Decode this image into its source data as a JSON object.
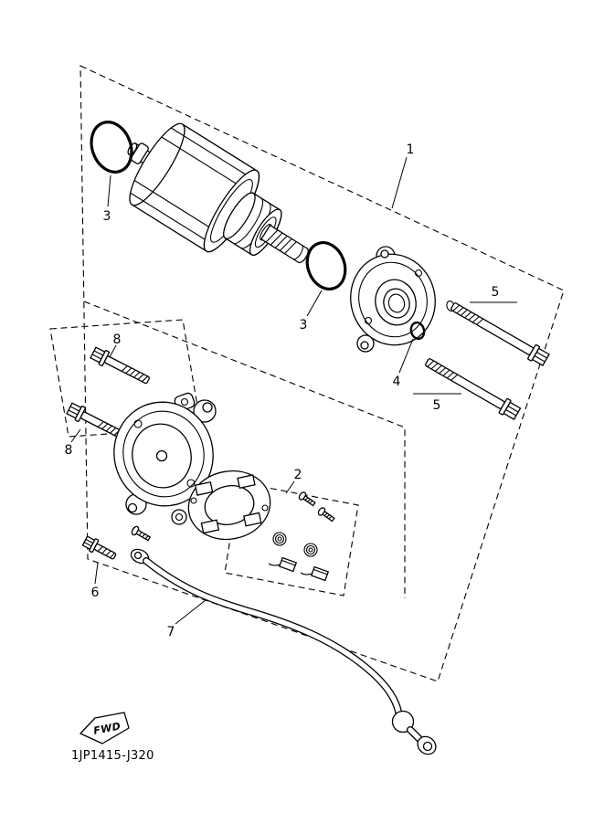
{
  "diagram": {
    "part_code": "1JP1415-J320",
    "fwd_label": "FWD",
    "callouts": {
      "c1": "1",
      "c2": "2",
      "c3a": "3",
      "c3b": "3",
      "c4": "4",
      "c5a": "5",
      "c5b": "5",
      "c6": "6",
      "c7": "7",
      "c8a": "8",
      "c8b": "8"
    },
    "colors": {
      "line": "#000000",
      "background": "#ffffff"
    }
  }
}
